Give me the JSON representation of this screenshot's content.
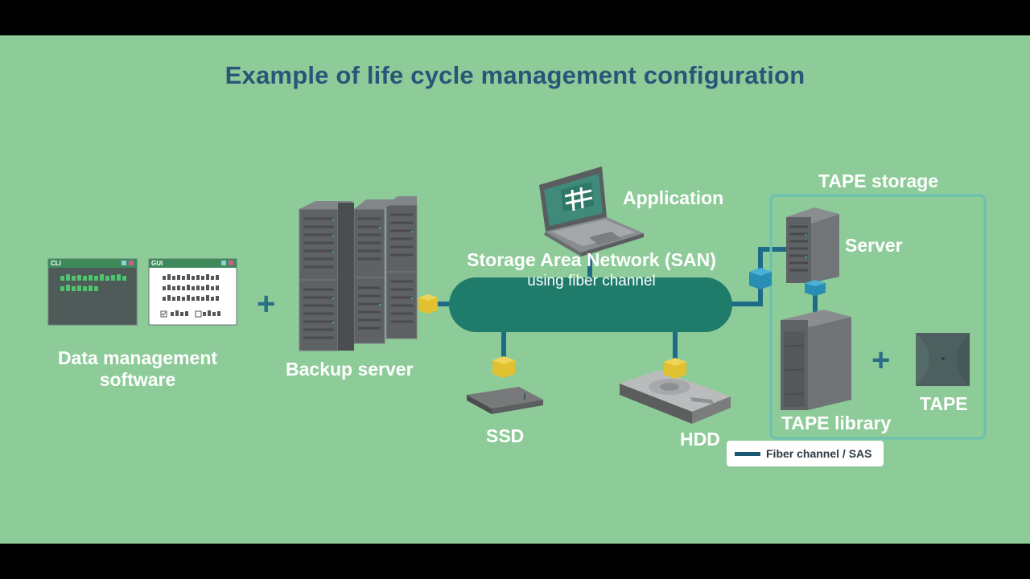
{
  "title": "Example of life cycle management configuration",
  "labels": {
    "data_management": "Data management\nsoftware",
    "backup_server": "Backup server",
    "application": "Application",
    "san_title": "Storage Area Network (SAN)",
    "san_sub": "using fiber channel",
    "ssd": "SSD",
    "hdd": "HDD",
    "tape_storage": "TAPE storage",
    "server": "Server",
    "tape_library": "TAPE library",
    "tape": "TAPE"
  },
  "windows": {
    "cli": "CLI",
    "gui": "GUI"
  },
  "legend": {
    "label": "Fiber channel / SAS"
  },
  "colors": {
    "background": "#8dcb98",
    "title": "#2a5579",
    "san": "#1f7b6a",
    "line": "#1d6b86",
    "connector_yellow": "#e2c130",
    "connector_blue": "#2a8db3"
  }
}
